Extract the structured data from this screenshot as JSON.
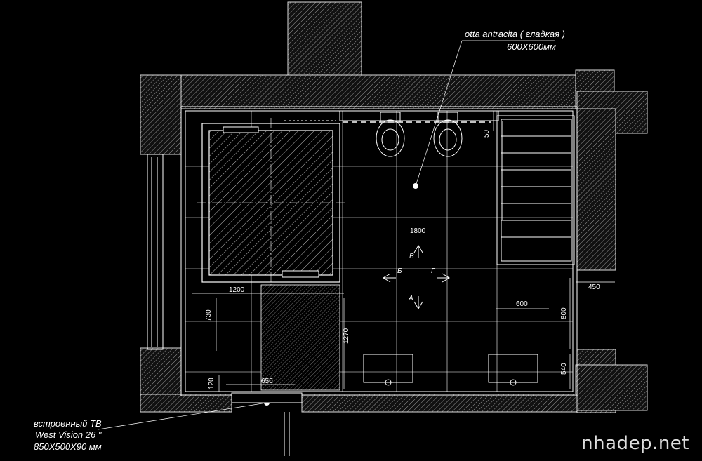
{
  "annotations": {
    "tile_name": "otta antracita ( гладкая )",
    "tile_size": "600X600мм",
    "tv_line1": "встроенный ТВ",
    "tv_line2": "West Vision 26 \"",
    "tv_line3": "850X500X90 мм"
  },
  "dimensions": {
    "d50": "50",
    "d1800": "1800",
    "d1200": "1200",
    "d730": "730",
    "d1270": "1270",
    "d650": "650",
    "d120": "120",
    "d600": "600",
    "d800": "800",
    "d540": "540",
    "d450": "450"
  },
  "view_markers": {
    "top": "В",
    "left": "Б",
    "right": "Г",
    "bottom": "А"
  },
  "watermark": "nhadep.net",
  "colors": {
    "background": "#000000",
    "lines": "#ffffff",
    "hatch": "#cfcfcf"
  }
}
